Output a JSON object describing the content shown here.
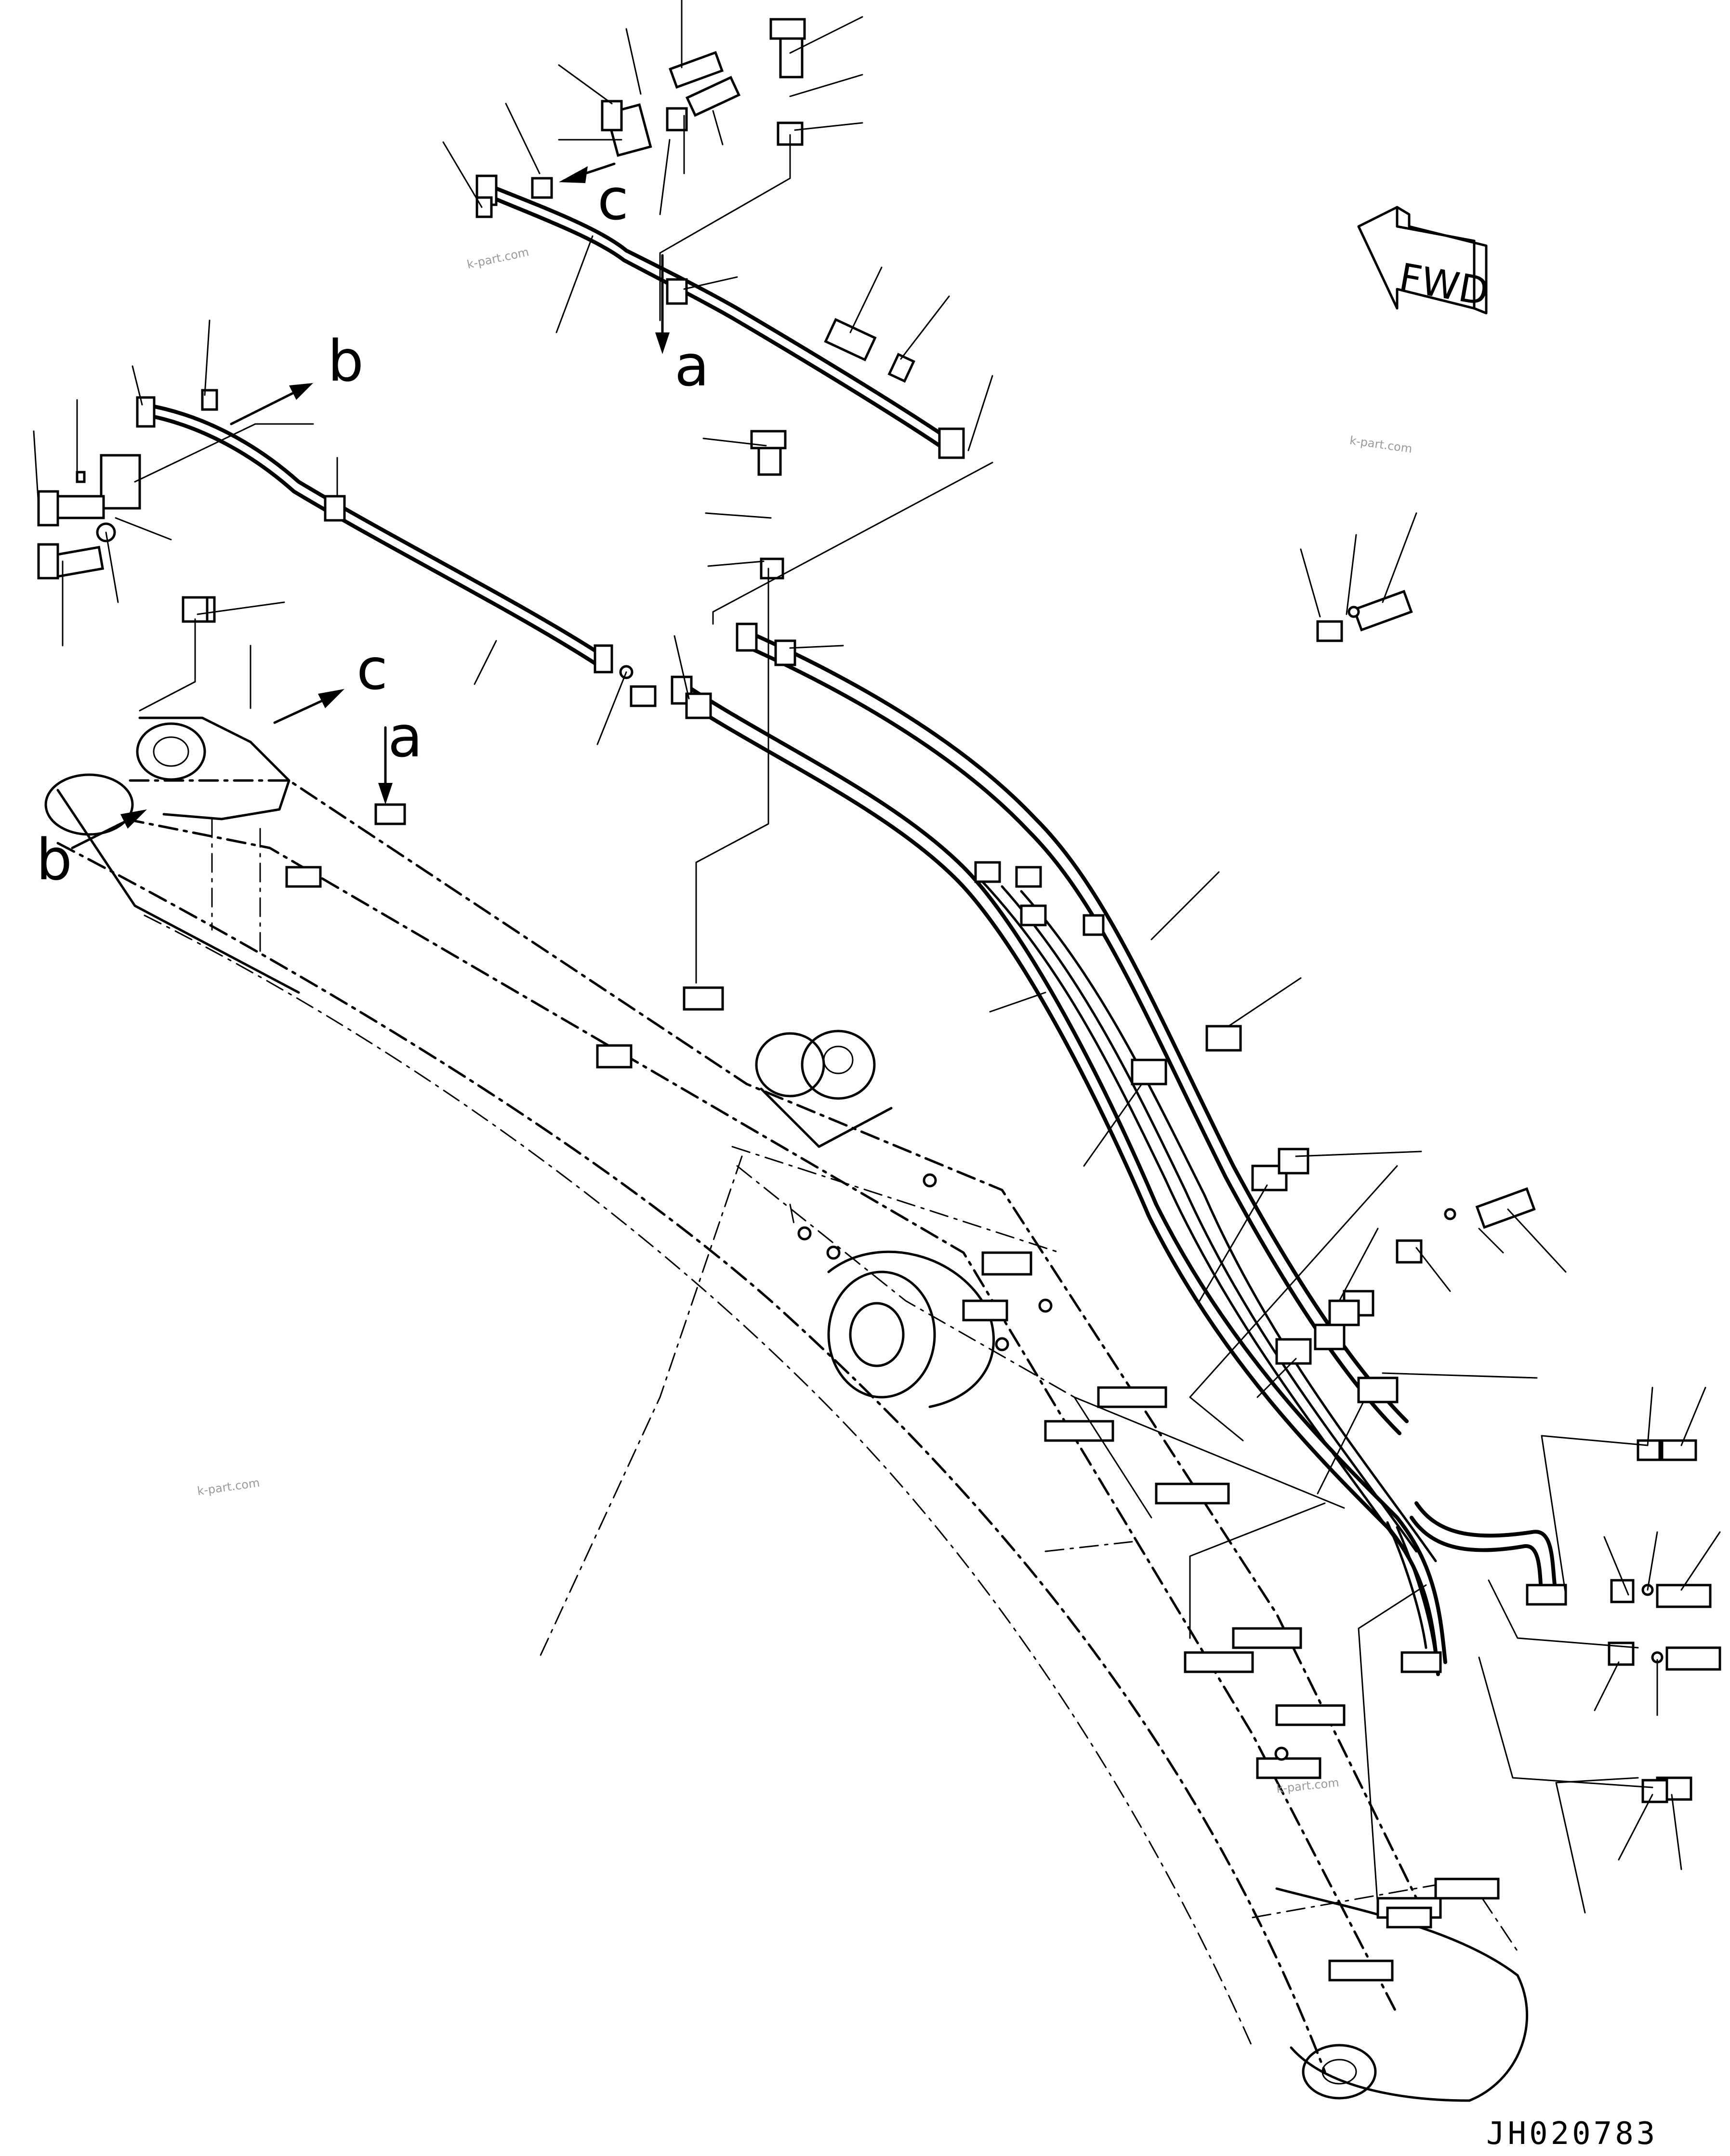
{
  "callouts": [
    {
      "id": "a-upper",
      "text": "a"
    },
    {
      "id": "a-lower",
      "text": "a"
    },
    {
      "id": "b-upper",
      "text": "b"
    },
    {
      "id": "b-lower",
      "text": "b"
    },
    {
      "id": "c-upper",
      "text": "c"
    },
    {
      "id": "c-lower",
      "text": "c"
    }
  ],
  "direction_indicator": {
    "text": "FWD",
    "icon": "forward-arrow-icon"
  },
  "watermarks": [
    "k-part.com",
    "k-part.com",
    "k-part.com",
    "k-part.com"
  ],
  "drawing_code": "JH020783"
}
